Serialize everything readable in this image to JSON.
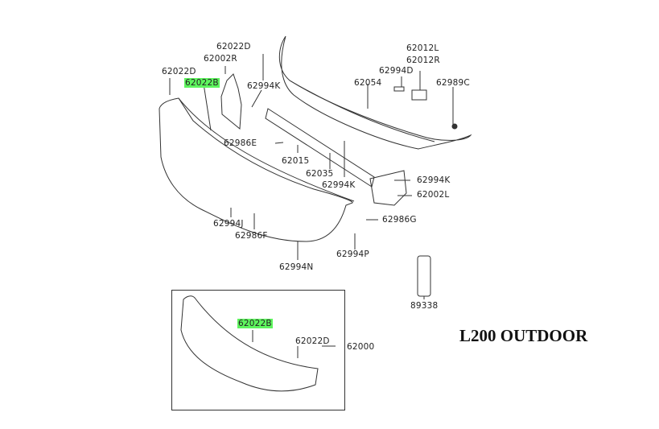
{
  "title": "L200 OUTDOOR",
  "highlight_color": "#5ef55e",
  "labels": {
    "l62022D_top": "62022D",
    "l62002R": "62002R",
    "l62022D_left": "62022D",
    "l62022B": "62022B",
    "l62994K_a": "62994K",
    "l62012L": "62012L",
    "l62012R": "62012R",
    "l62994D": "62994D",
    "l62054": "62054",
    "l62989C": "62989C",
    "l62986E": "62986E",
    "l62015": "62015",
    "l62035": "62035",
    "l62994K_b": "62994K",
    "l62994K_c": "62994K",
    "l62002L": "62002L",
    "l62986G": "62986G",
    "l62994J": "62994J",
    "l62986F": "62986F",
    "l62994P": "62994P",
    "l62994N": "62994N",
    "l89338": "89338",
    "inset_62022B": "62022B",
    "inset_62022D": "62022D",
    "inset_62000": "62000"
  }
}
